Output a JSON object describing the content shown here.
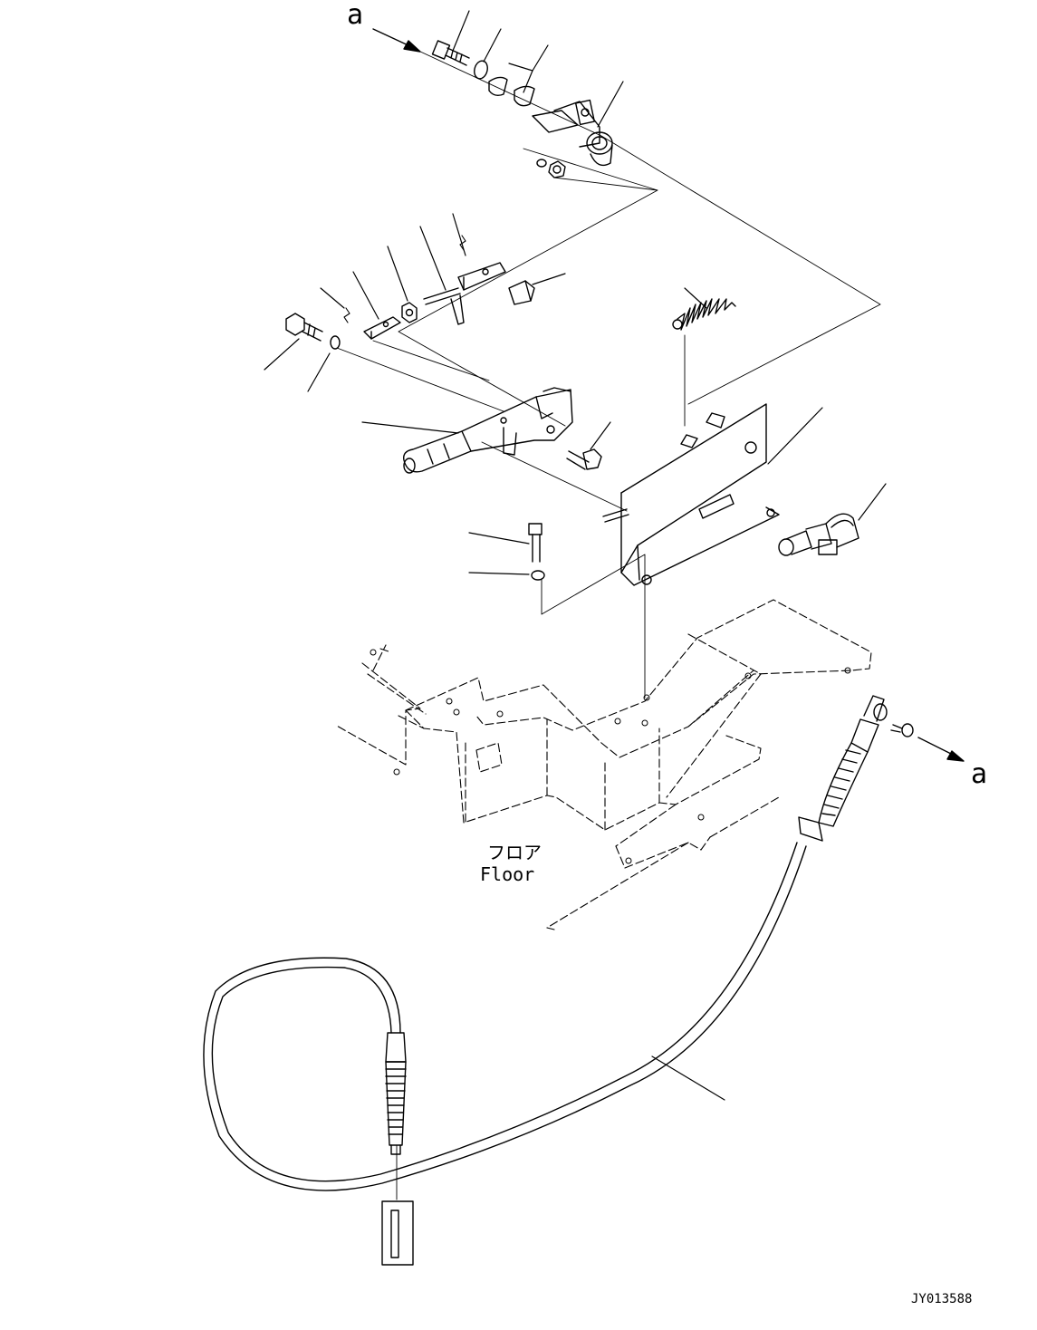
{
  "labels": {
    "arrow_a_top": "a",
    "arrow_a_right": "a",
    "floor_jp": "フロア",
    "floor_en": "Floor",
    "drawing_id": "JY013588"
  }
}
